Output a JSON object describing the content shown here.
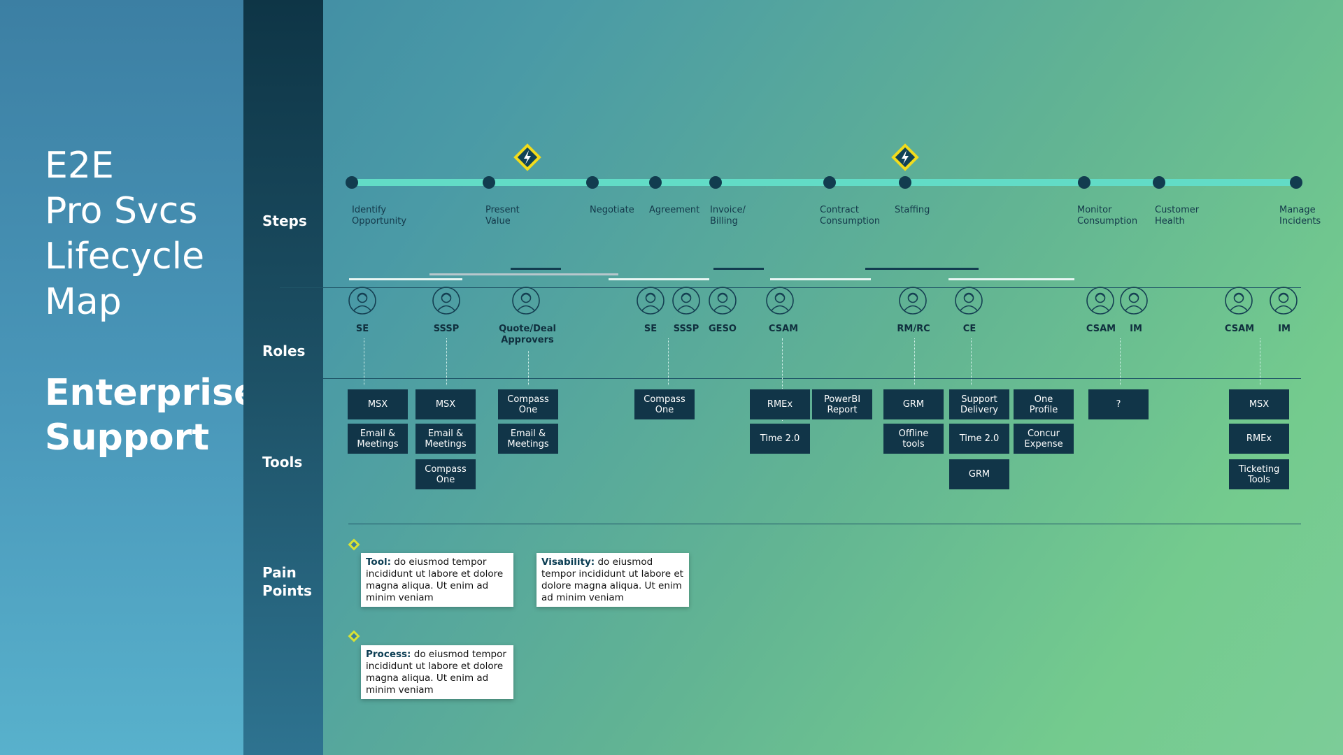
{
  "title": {
    "lines": [
      "E2E",
      "Pro Svcs",
      "Lifecycle",
      "Map"
    ],
    "subtitle_lines": [
      "Enterprise",
      "Support"
    ]
  },
  "row_labels": {
    "steps": "Steps",
    "roles": "Roles",
    "tools": "Tools",
    "pain_points": "Pain\nPoints"
  },
  "steps": [
    "Identify\nOpportunity",
    "Present\nValue",
    "Negotiate",
    "Agreement",
    "Invoice/\nBilling",
    "Contract\nConsumption",
    "Staffing",
    "Monitor\nConsumption",
    "Customer\nHealth",
    "Manage\nIncidents"
  ],
  "roles": [
    "SE",
    "SSSP",
    "Quote/Deal\nApprovers",
    "SE",
    "SSSP",
    "GESO",
    "CSAM",
    "RM/RC",
    "CE",
    "CSAM",
    "IM",
    "CSAM",
    "IM"
  ],
  "tools": [
    "MSX",
    "Email &\nMeetings",
    "MSX",
    "Email &\nMeetings",
    "Compass\nOne",
    "Compass\nOne",
    "Email &\nMeetings",
    "Compass\nOne",
    "RMEx",
    "Time 2.0",
    "PowerBI\nReport",
    "GRM",
    "Offline\ntools",
    "Support\nDelivery",
    "Time 2.0",
    "GRM",
    "One\nProfile",
    "Concur\nExpense",
    "?",
    "MSX",
    "RMEx",
    "Ticketing\nTools"
  ],
  "pain_points": [
    {
      "keyword": "Tool:",
      "text": " do eiusmod tempor incididunt ut labore et dolore magna aliqua. Ut enim ad minim veniam"
    },
    {
      "keyword": "Visability:",
      "text": " do eiusmod tempor incididunt ut labore et dolore magna aliqua. Ut enim ad minim veniam"
    },
    {
      "keyword": "Process:",
      "text": " do eiusmod tempor incididunt ut labore et dolore magna aliqua. Ut enim ad minim veniam"
    }
  ],
  "colors": {
    "track": "#62dcc6",
    "dot": "#123c4f",
    "tool_box": "#113548",
    "lightning": "#f2dc1c",
    "pain_marker": "#d8e235"
  },
  "icons": {
    "milestone": "lightning-icon",
    "role": "person-icon",
    "pain_point": "diamond-icon"
  }
}
